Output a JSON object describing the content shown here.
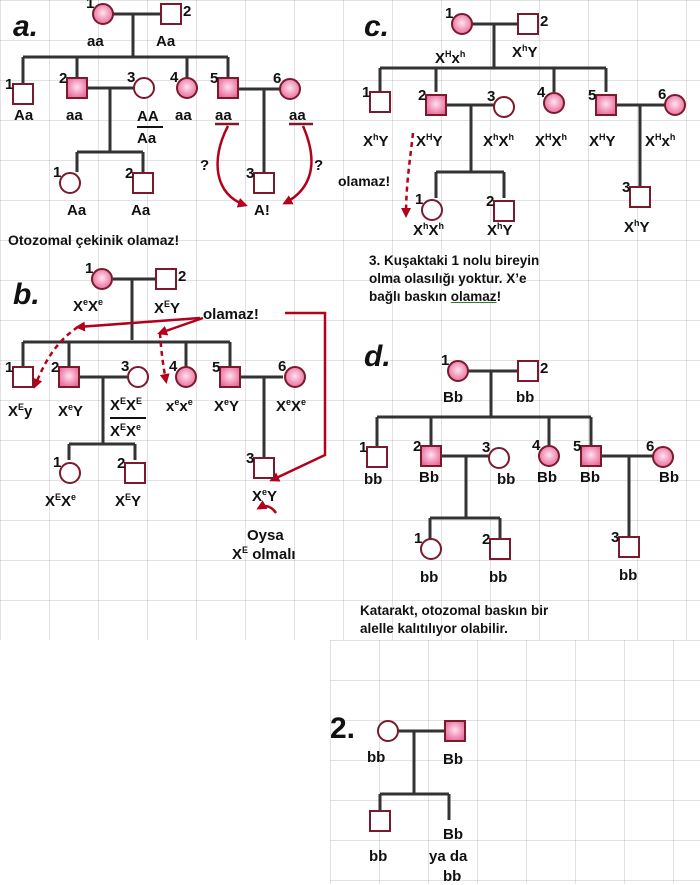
{
  "colors": {
    "affected_fill": "#f07fa8",
    "outline": "#7a1a2c",
    "line": "#333333",
    "arrow": "#b3001b"
  },
  "panels": [
    {
      "id": "a",
      "heading": "a.",
      "individuals": [
        {
          "gen": 1,
          "n": "1",
          "sex": "female",
          "affected": true,
          "genotype": "aa"
        },
        {
          "gen": 1,
          "n": "2",
          "sex": "male",
          "affected": false,
          "genotype": "Aa"
        },
        {
          "gen": 2,
          "n": "1",
          "sex": "male",
          "affected": false,
          "genotype": "Aa"
        },
        {
          "gen": 2,
          "n": "2",
          "sex": "male",
          "affected": true,
          "genotype": "aa"
        },
        {
          "gen": 2,
          "n": "3",
          "sex": "female",
          "affected": false,
          "genotype": "AA / Aa"
        },
        {
          "gen": 2,
          "n": "4",
          "sex": "female",
          "affected": true,
          "genotype": "aa"
        },
        {
          "gen": 2,
          "n": "5",
          "sex": "male",
          "affected": true,
          "genotype": "aa"
        },
        {
          "gen": 2,
          "n": "6",
          "sex": "female",
          "affected": true,
          "genotype": "aa"
        },
        {
          "gen": 3,
          "n": "1",
          "sex": "female",
          "affected": false,
          "genotype": "Aa"
        },
        {
          "gen": 3,
          "n": "2",
          "sex": "male",
          "affected": false,
          "genotype": "Aa"
        },
        {
          "gen": 3,
          "n": "3",
          "sex": "male",
          "affected": false,
          "genotype": "A!"
        }
      ],
      "annotations": [
        "?",
        "?"
      ],
      "note": "Otozomal çekinik olamaz!"
    },
    {
      "id": "b",
      "heading": "b.",
      "individuals": [
        {
          "gen": 1,
          "n": "1",
          "sex": "female",
          "affected": true,
          "genotype": "XeXe"
        },
        {
          "gen": 1,
          "n": "2",
          "sex": "male",
          "affected": false,
          "genotype": "XEY"
        },
        {
          "gen": 2,
          "n": "1",
          "sex": "male",
          "affected": false,
          "genotype": "XEy"
        },
        {
          "gen": 2,
          "n": "2",
          "sex": "male",
          "affected": true,
          "genotype": "XeY"
        },
        {
          "gen": 2,
          "n": "3",
          "sex": "female",
          "affected": false,
          "genotype": "XEXE / XEXe"
        },
        {
          "gen": 2,
          "n": "4",
          "sex": "female",
          "affected": true,
          "genotype": "xexe"
        },
        {
          "gen": 2,
          "n": "5",
          "sex": "male",
          "affected": true,
          "genotype": "XeY"
        },
        {
          "gen": 2,
          "n": "6",
          "sex": "female",
          "affected": true,
          "genotype": "XeXe"
        },
        {
          "gen": 3,
          "n": "1",
          "sex": "female",
          "affected": false,
          "genotype": "XEXe"
        },
        {
          "gen": 3,
          "n": "2",
          "sex": "male",
          "affected": false,
          "genotype": "XEY"
        },
        {
          "gen": 3,
          "n": "3",
          "sex": "male",
          "affected": false,
          "genotype": "XeY"
        }
      ],
      "annotations": [
        "olamaz!",
        "Oysa",
        "XE olmalı"
      ]
    },
    {
      "id": "c",
      "heading": "c.",
      "individuals": [
        {
          "gen": 1,
          "n": "1",
          "sex": "female",
          "affected": true,
          "genotype": "XHXh"
        },
        {
          "gen": 1,
          "n": "2",
          "sex": "male",
          "affected": false,
          "genotype": "XhY"
        },
        {
          "gen": 2,
          "n": "1",
          "sex": "male",
          "affected": false,
          "genotype": "XhY"
        },
        {
          "gen": 2,
          "n": "2",
          "sex": "male",
          "affected": true,
          "genotype": "XHY"
        },
        {
          "gen": 2,
          "n": "3",
          "sex": "female",
          "affected": false,
          "genotype": "XhXh"
        },
        {
          "gen": 2,
          "n": "4",
          "sex": "female",
          "affected": true,
          "genotype": "XHXh"
        },
        {
          "gen": 2,
          "n": "5",
          "sex": "male",
          "affected": true,
          "genotype": "XHY"
        },
        {
          "gen": 2,
          "n": "6",
          "sex": "female",
          "affected": true,
          "genotype": "XHXh"
        },
        {
          "gen": 3,
          "n": "1",
          "sex": "female",
          "affected": false,
          "genotype": "XhXh"
        },
        {
          "gen": 3,
          "n": "2",
          "sex": "male",
          "affected": false,
          "genotype": "XhY"
        },
        {
          "gen": 3,
          "n": "3",
          "sex": "male",
          "affected": false,
          "genotype": "XhY"
        }
      ],
      "annotations": [
        "olamaz!"
      ],
      "note_lines": [
        "3. Kuşaktaki 1 nolu bireyin",
        "olma olasılığı yoktur. X’e",
        "bağlı baskın ",
        "olamaz",
        "!"
      ]
    },
    {
      "id": "d",
      "heading": "d.",
      "individuals": [
        {
          "gen": 1,
          "n": "1",
          "sex": "female",
          "affected": true,
          "genotype": "Bb"
        },
        {
          "gen": 1,
          "n": "2",
          "sex": "male",
          "affected": false,
          "genotype": "bb"
        },
        {
          "gen": 2,
          "n": "1",
          "sex": "male",
          "affected": false,
          "genotype": "bb"
        },
        {
          "gen": 2,
          "n": "2",
          "sex": "male",
          "affected": true,
          "genotype": "Bb"
        },
        {
          "gen": 2,
          "n": "3",
          "sex": "female",
          "affected": false,
          "genotype": "bb"
        },
        {
          "gen": 2,
          "n": "4",
          "sex": "female",
          "affected": true,
          "genotype": "Bb"
        },
        {
          "gen": 2,
          "n": "5",
          "sex": "male",
          "affected": true,
          "genotype": "Bb"
        },
        {
          "gen": 2,
          "n": "6",
          "sex": "female",
          "affected": true,
          "genotype": "Bb"
        },
        {
          "gen": 3,
          "n": "1",
          "sex": "female",
          "affected": false,
          "genotype": "bb"
        },
        {
          "gen": 3,
          "n": "2",
          "sex": "male",
          "affected": false,
          "genotype": "bb"
        },
        {
          "gen": 3,
          "n": "3",
          "sex": "male",
          "affected": false,
          "genotype": "bb"
        }
      ],
      "note_lines": [
        "Katarakt, otozomal baskın bir",
        "alelle kalıtılıyor olabilir."
      ]
    },
    {
      "id": "2",
      "heading": "2.",
      "individuals": [
        {
          "gen": 1,
          "sex": "female",
          "affected": false,
          "genotype": "bb"
        },
        {
          "gen": 1,
          "sex": "male",
          "affected": true,
          "genotype": "Bb"
        },
        {
          "gen": 2,
          "sex": "male",
          "affected": false,
          "genotype": "bb"
        },
        {
          "gen": 2,
          "sex": "unknown",
          "affected": null,
          "genotype": "Bb ya da bb"
        }
      ],
      "labels": [
        "Bb",
        "ya da",
        "bb"
      ]
    }
  ]
}
